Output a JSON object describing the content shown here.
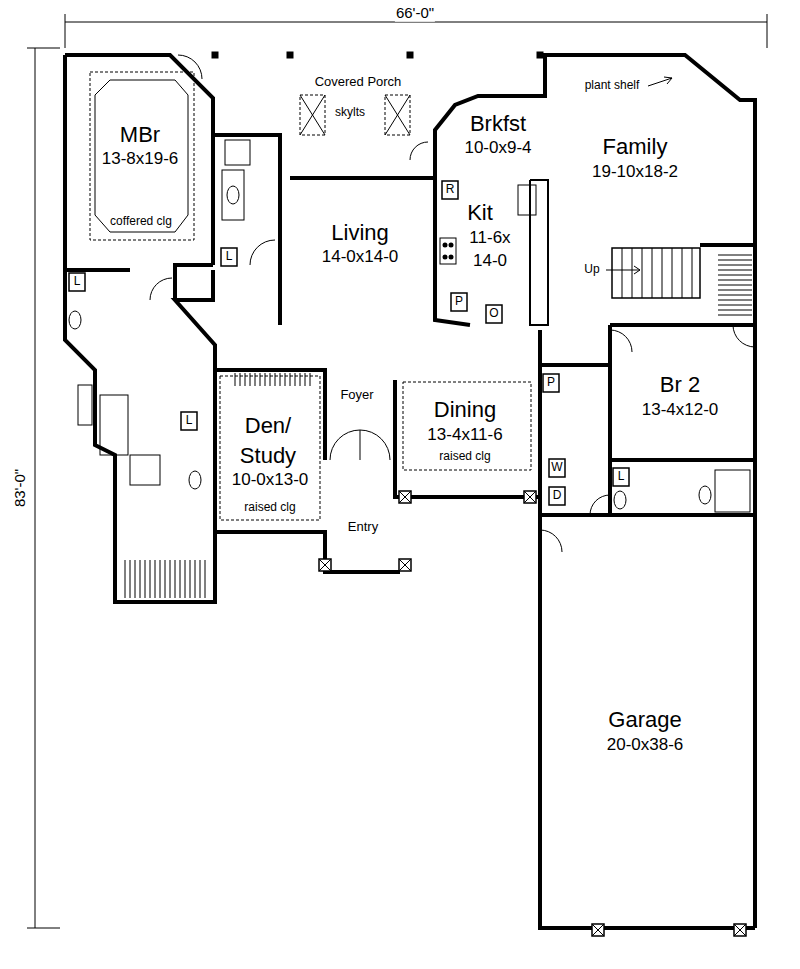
{
  "diagram": {
    "nodes": [
      {
        "text": [
          "MBr",
          "13-8x19-6",
          "coffered clg"
        ]
      },
      {
        "text": [
          "Brkfst",
          "10-0x9-4"
        ]
      },
      {
        "text": [
          "Family",
          "19-10x18-2"
        ]
      },
      {
        "text": [
          "Living",
          "14-0x14-0"
        ]
      },
      {
        "text": [
          "Kit",
          "11-6x 14-0"
        ]
      },
      {
        "text": [
          "Br 2",
          "13-4x12-0"
        ]
      },
      {
        "text": [
          "Den/ Study",
          "10-0x13-0",
          "raised clg"
        ]
      },
      {
        "text": [
          "Dining",
          "13-4x11-6",
          "raised clg"
        ]
      },
      {
        "text": [
          "Garage",
          "20-0x38-6"
        ]
      }
    ],
    "labels": [
      "66'-0\"",
      "83'-0\"",
      "Covered Porch",
      "skylts",
      "plant shelf",
      "R",
      "L",
      "Up",
      "P",
      "O",
      "L",
      "Foyer",
      "P",
      "L",
      "W",
      "D",
      "L",
      "Entry"
    ]
  }
}
